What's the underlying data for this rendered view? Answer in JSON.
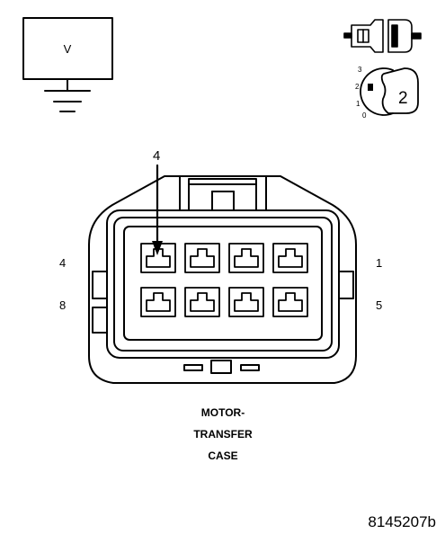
{
  "meter_box": {
    "label": "V"
  },
  "ignition": {
    "positions": [
      "3",
      "2",
      "1",
      "0"
    ],
    "key_label": "2"
  },
  "connector": {
    "arrow_pin_label": "4",
    "pin_labels": {
      "top_left": "4",
      "top_right": "1",
      "bottom_left": "8",
      "bottom_right": "5"
    },
    "pin_rows": 2,
    "pins_per_row": 4
  },
  "caption": {
    "line1": "MOTOR-",
    "line2": "TRANSFER",
    "line3": "CASE"
  },
  "figure_id": "8145207b"
}
